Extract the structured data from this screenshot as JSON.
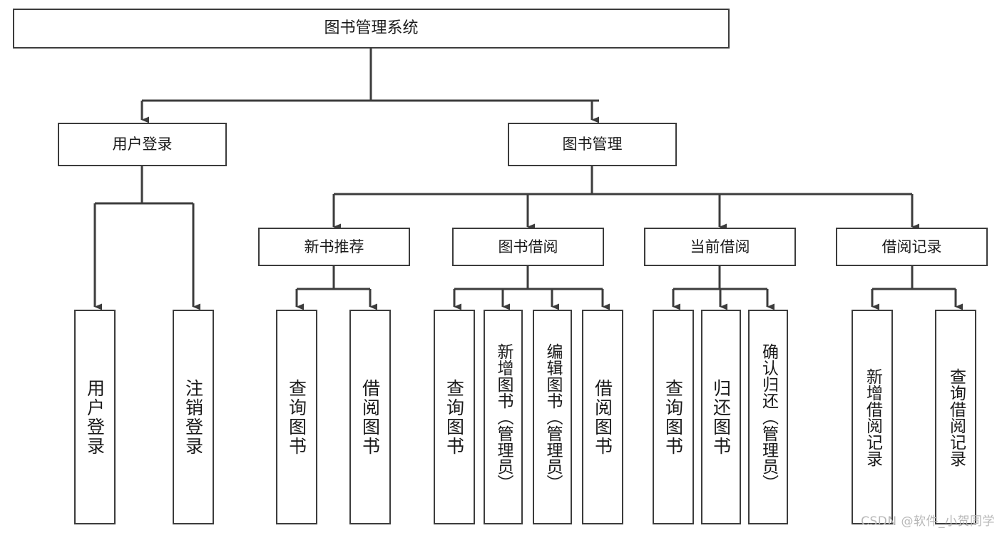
{
  "diagram": {
    "title": "图书管理系统",
    "type": "tree-hierarchy-diagram",
    "colors": {
      "border": "#3c3c3c",
      "background": "#ffffff",
      "text": "#1a1a1a",
      "watermark": "#b7b7b7"
    },
    "watermark": "CSDN @软件_小贺同学",
    "nodes": {
      "root": {
        "label": "图书管理系统"
      },
      "level1": [
        {
          "id": "user-login",
          "label": "用户登录"
        },
        {
          "id": "book-manage",
          "label": "图书管理"
        }
      ],
      "level2": [
        {
          "id": "new-book-recommend",
          "label": "新书推荐"
        },
        {
          "id": "book-borrow",
          "label": "图书借阅"
        },
        {
          "id": "current-borrow",
          "label": "当前借阅"
        },
        {
          "id": "borrow-record",
          "label": "借阅记录"
        }
      ],
      "leaves": {
        "user-login": [
          {
            "id": "leaf-user-login",
            "label": "用户登录"
          },
          {
            "id": "leaf-user-logout",
            "label": "注销登录"
          }
        ],
        "new-book-recommend": [
          {
            "id": "leaf-query-book-1",
            "label": "查询图书"
          },
          {
            "id": "leaf-borrow-book-1",
            "label": "借阅图书"
          }
        ],
        "book-borrow": [
          {
            "id": "leaf-query-book-2",
            "label": "查询图书"
          },
          {
            "id": "leaf-add-book",
            "label": "新增图书（管理员）"
          },
          {
            "id": "leaf-edit-book",
            "label": "编辑图书（管理员）"
          },
          {
            "id": "leaf-borrow-book-2",
            "label": "借阅图书"
          }
        ],
        "current-borrow": [
          {
            "id": "leaf-query-book-3",
            "label": "查询图书"
          },
          {
            "id": "leaf-return-book",
            "label": "归还图书"
          },
          {
            "id": "leaf-confirm-return",
            "label": "确认归还（管理员）"
          }
        ],
        "borrow-record": [
          {
            "id": "leaf-add-record",
            "label": "新增借阅记录"
          },
          {
            "id": "leaf-query-record",
            "label": "查询借阅记录"
          }
        ]
      }
    }
  }
}
